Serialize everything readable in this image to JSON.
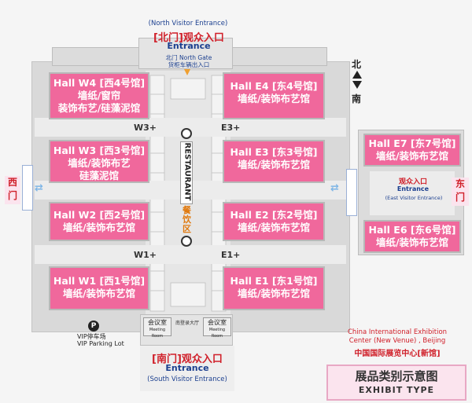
{
  "north": {
    "visitor_entrance_en": "(North Visitor Entrance)",
    "gate_cn": "[北门]观众入口",
    "entrance_en": "Entrance",
    "gate_label": "北门 North Gate",
    "truck_label": "货柜车辆出入口"
  },
  "compass": {
    "north": "北",
    "south": "南"
  },
  "halls": {
    "w4": {
      "title": "Hall W4 [西4号馆]",
      "lines": [
        "墙纸/窗帘",
        "装饰布艺/硅藻泥馆"
      ]
    },
    "w3": {
      "title": "Hall W3 [西3号馆]",
      "lines": [
        "墙纸/装饰布艺",
        "硅藻泥馆"
      ]
    },
    "w2": {
      "title": "Hall W2 [西2号馆]",
      "lines": [
        "墙纸/装饰布艺馆"
      ]
    },
    "w1": {
      "title": "Hall W1 [西1号馆]",
      "lines": [
        "墙纸/装饰布艺馆"
      ]
    },
    "e4": {
      "title": "Hall E4 [东4号馆]",
      "lines": [
        "墙纸/装饰布艺馆"
      ]
    },
    "e3": {
      "title": "Hall E3 [东3号馆]",
      "lines": [
        "墙纸/装饰布艺馆"
      ]
    },
    "e2": {
      "title": "Hall E2 [东2号馆]",
      "lines": [
        "墙纸/装饰布艺馆"
      ]
    },
    "e1": {
      "title": "Hall E1 [东1号馆]",
      "lines": [
        "墙纸/装饰布艺馆"
      ]
    },
    "e7": {
      "title": "Hall E7 [东7号馆]",
      "lines": [
        "墙纸/装饰布艺馆"
      ]
    },
    "e6": {
      "title": "Hall E6 [东6号馆]",
      "lines": [
        "墙纸/装饰布艺馆"
      ]
    }
  },
  "mezzanines": {
    "w3": "W3+",
    "e3": "E3+",
    "w1": "W1+",
    "e1": "E1+"
  },
  "restaurant": {
    "en": "RESTAURANT",
    "cn": "餐饮区"
  },
  "west": {
    "label": "西门"
  },
  "east": {
    "label": "东门",
    "gate_cn": "观众入口",
    "entrance_en": "Entrance",
    "visitor_entrance_en": "(East Visitor Entrance)"
  },
  "south": {
    "gate_cn": "[南门]观众入口",
    "entrance_en": "Entrance",
    "visitor_entrance_en": "(South Visitor Entrance)",
    "meeting_cn": "会议室",
    "meeting_en": "Meeting Room",
    "lobby_cn": "南登录大厅"
  },
  "parking": {
    "cn": "VIP停车场",
    "en": "VIP Parking Lot",
    "icon_letter": "P"
  },
  "venue": {
    "en_line1": "China International Exhibition",
    "en_line2": "Center (New Venue) , Beijing",
    "cn": "中国国际展览中心[新馆]"
  },
  "legend": {
    "cn": "展品类别示意图",
    "en": "EXHIBIT TYPE"
  },
  "colors": {
    "hall_pink": "#f0689c",
    "red_text": "#d0202a",
    "blue_text": "#1b3f8f",
    "east_door_pink": "#fbe4ee"
  }
}
